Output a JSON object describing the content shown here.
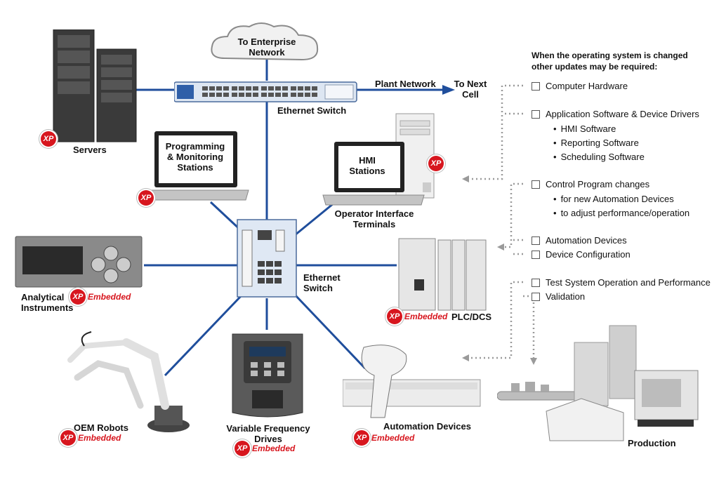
{
  "labels": {
    "enterprise": "To Enterprise\nNetwork",
    "plant_network": "Plant Network",
    "next_cell": "To Next\nCell",
    "ethernet_switch_top": "Ethernet Switch",
    "servers": "Servers",
    "prog_stations": "Programming\n& Monitoring\nStations",
    "hmi_stations": "HMI\nStations",
    "operator_terminals": "Operator Interface\nTerminals",
    "ethernet_switch_center": "Ethernet\nSwitch",
    "analytical": "Analytical\nInstruments",
    "plc": "PLC/DCS",
    "oem_robots": "OEM Robots",
    "vfd": "Variable Frequency\nDrives",
    "automation_devices": "Automation Devices",
    "production": "Production"
  },
  "badge": {
    "xp": "XP",
    "embedded": "Embedded"
  },
  "checklist": {
    "heading": "When the operating system is changed\nother updates may be required:",
    "computer_hardware": "Computer Hardware",
    "app_software": "Application Software & Device Drivers",
    "hmi_software": "HMI Software",
    "reporting_software": "Reporting Software",
    "scheduling_software": "Scheduling Software",
    "control_program": "Control Program changes",
    "for_new_devices": "for new Automation Devices",
    "adjust_performance": "to adjust performance/operation",
    "automation_devices": "Automation Devices",
    "device_configuration": "Device Configuration",
    "test_system": "Test System Operation and Performance",
    "validation": "Validation"
  },
  "colors": {
    "link": "#1f4e9c",
    "xp_red": "#d7161e",
    "dotted": "#9a9a9a"
  }
}
